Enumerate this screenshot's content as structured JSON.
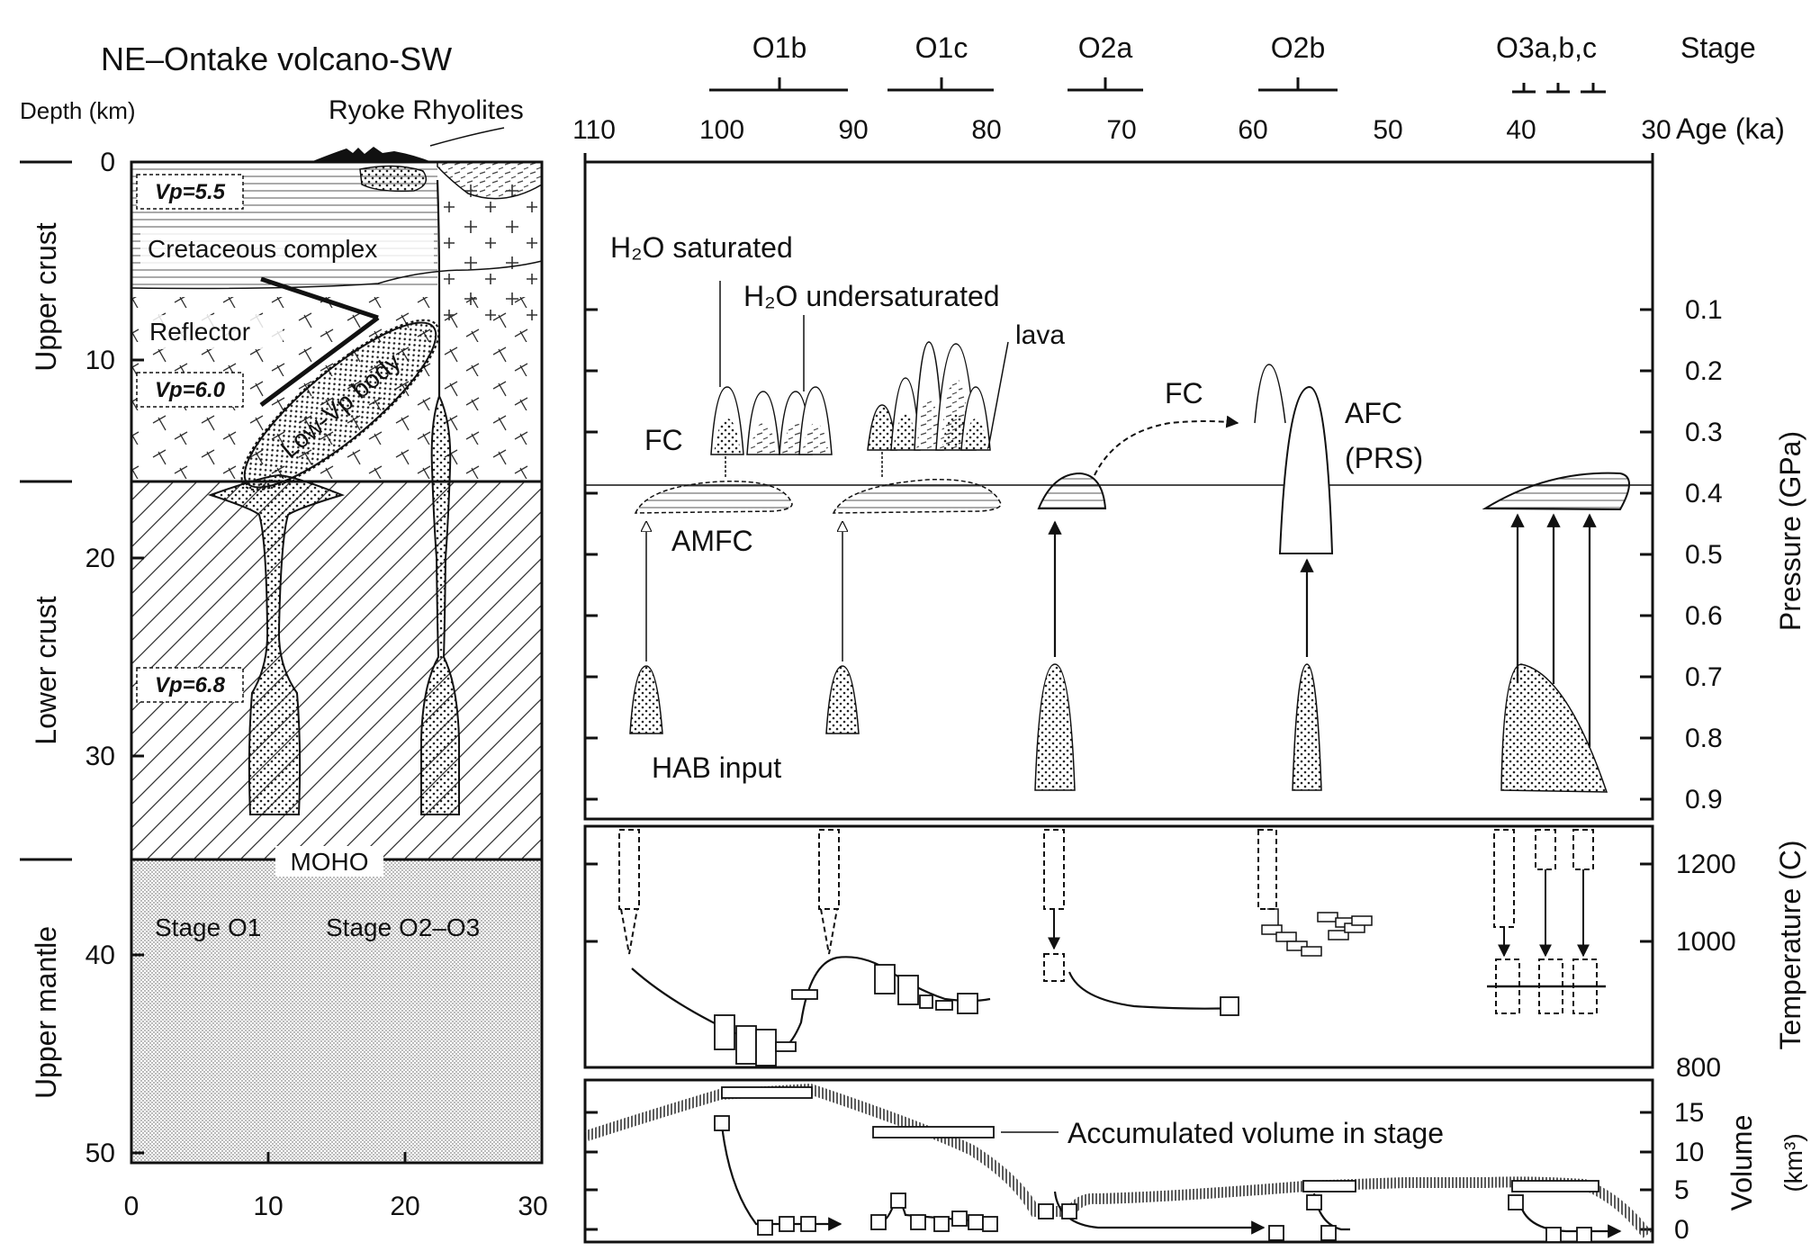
{
  "left_panel": {
    "title": "NE–Ontake volcano-SW",
    "depth_label": "Depth (km)",
    "ryoke_label": "Ryoke Rhyolites",
    "depth_ticks": [
      "0",
      "10",
      "20",
      "30",
      "40",
      "50"
    ],
    "x_ticks": [
      "0",
      "10",
      "20",
      "30"
    ],
    "layers": {
      "upper_crust": "Upper crust",
      "lower_crust": "Lower crust",
      "upper_mantle": "Upper mantle"
    },
    "vp": [
      "Vp=5.5",
      "Vp=6.0",
      "Vp=6.8"
    ],
    "cretaceous": "Cretaceous complex",
    "reflector": "Reflector",
    "low_vp": "Low-Vp body",
    "moho": "MOHO",
    "stage_o1": "Stage O1",
    "stage_o2o3": "Stage O2–O3"
  },
  "right_panel": {
    "stage_header": "Stage",
    "stages": [
      "O1b",
      "O1c",
      "O2a",
      "O2b",
      "O3a,b,c"
    ],
    "age_label": "Age (ka)",
    "age_ticks": [
      "110",
      "100",
      "90",
      "80",
      "70",
      "60",
      "50",
      "40",
      "30"
    ],
    "pressure_label": "Pressure (GPa)",
    "pressure_ticks": [
      "0.1",
      "0.2",
      "0.3",
      "0.4",
      "0.5",
      "0.6",
      "0.7",
      "0.8",
      "0.9"
    ],
    "temperature_label": "Temperature (C)",
    "temperature_ticks": [
      "1200",
      "1000",
      "800"
    ],
    "volume_label": "Volume",
    "volume_unit": "(km³)",
    "volume_ticks": [
      "15",
      "10",
      "5",
      "0"
    ],
    "annotations": {
      "h2o_sat": "H₂O saturated",
      "h2o_unsat": "H₂O undersaturated",
      "lava": "lava",
      "fc1": "FC",
      "fc2": "FC",
      "amfc": "AMFC",
      "afc": "AFC",
      "prs": "(PRS)",
      "hab": "HAB input",
      "acc_vol": "Accumulated volume in stage"
    }
  },
  "colors": {
    "ink": "#111111",
    "background": "#ffffff",
    "stipple": "#222222"
  }
}
